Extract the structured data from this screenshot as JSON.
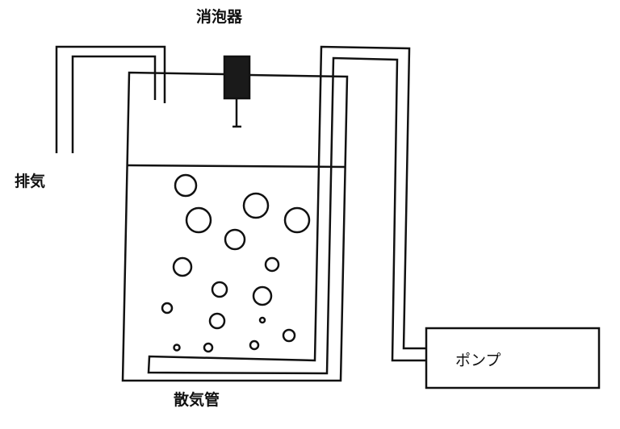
{
  "labels": {
    "defoamer": "消泡器",
    "exhaust": "排気",
    "sparger": "散気管",
    "pump": "ポンプ"
  },
  "colors": {
    "line": "#111111",
    "defoamer_fill": "#1a1a1a"
  }
}
